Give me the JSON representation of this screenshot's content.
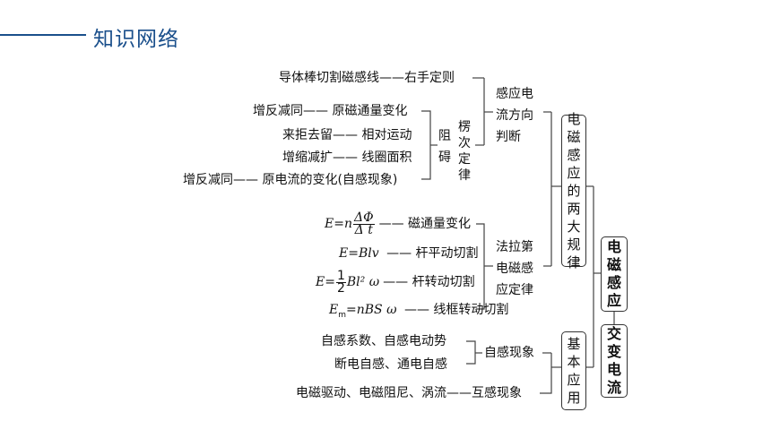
{
  "header": {
    "title": "知识网络"
  },
  "right_hand": "导体棒切割磁感线——右手定则",
  "lenz": {
    "items": [
      "增反减同—— 原磁通量变化",
      "来拒去留—— 相对运动",
      "增缩减扩—— 线圈面积",
      "增反减同—— 原电流的变化(自感现象)"
    ],
    "zu_ai": "阻碍",
    "law": "楞次定律"
  },
  "direction_label": "感应电流方向判断",
  "faraday": {
    "f1": {
      "lhs": "E=n",
      "num": "ΔΦ",
      "den": "Δ t",
      "desc": "—— 磁通量变化"
    },
    "f2": {
      "lhs": "E=Blv",
      "desc": "—— 杆平动切割"
    },
    "f3": {
      "lhs": "E=",
      "num": "1",
      "den": "2",
      "rhs": "Bl² ω",
      "desc": "—— 杆转动切割"
    },
    "f4": {
      "lhs": "E",
      "sub": "m",
      "rhs": "=nBS ω",
      "desc": "—— 线框转动切割"
    },
    "law": "法拉第电磁感应定律"
  },
  "self_induction": {
    "items": [
      "自感系数、自感电动势",
      "断电自感、通电自感"
    ],
    "label": "自感现象"
  },
  "mutual": "电磁驱动、电磁阻尼、涡流——互感现象",
  "boxes": {
    "two_laws": "电磁感应的两大规律",
    "applications": "基本应用",
    "em_induction": "电磁感应",
    "ac_current": "交变电流"
  }
}
